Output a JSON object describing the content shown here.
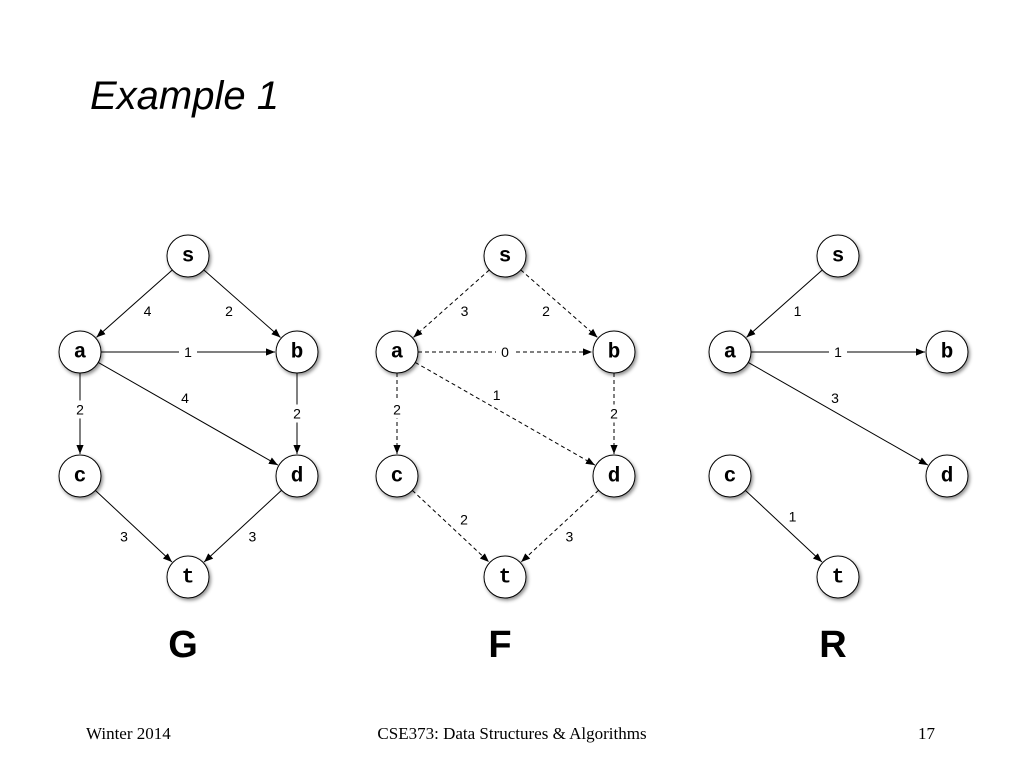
{
  "slide": {
    "title": "Example 1",
    "footer_left": "Winter 2014",
    "footer_center": "CSE373: Data Structures & Algorithms",
    "footer_right": "17"
  },
  "graphs": [
    {
      "id": "g",
      "name": "G",
      "nodes": [
        {
          "id": "s",
          "label": "s"
        },
        {
          "id": "a",
          "label": "a"
        },
        {
          "id": "b",
          "label": "b"
        },
        {
          "id": "c",
          "label": "c"
        },
        {
          "id": "d",
          "label": "d"
        },
        {
          "id": "t",
          "label": "t"
        }
      ],
      "edges": [
        {
          "from": "s",
          "to": "a",
          "label": "4",
          "style": "solid"
        },
        {
          "from": "s",
          "to": "b",
          "label": "2",
          "style": "solid"
        },
        {
          "from": "a",
          "to": "b",
          "label": "1",
          "style": "solid"
        },
        {
          "from": "a",
          "to": "c",
          "label": "2",
          "style": "solid"
        },
        {
          "from": "a",
          "to": "d",
          "label": "4",
          "style": "solid"
        },
        {
          "from": "b",
          "to": "d",
          "label": "2",
          "style": "solid"
        },
        {
          "from": "c",
          "to": "t",
          "label": "3",
          "style": "solid"
        },
        {
          "from": "d",
          "to": "t",
          "label": "3",
          "style": "solid"
        }
      ]
    },
    {
      "id": "f",
      "name": "F",
      "nodes": [
        {
          "id": "s",
          "label": "s"
        },
        {
          "id": "a",
          "label": "a"
        },
        {
          "id": "b",
          "label": "b"
        },
        {
          "id": "c",
          "label": "c"
        },
        {
          "id": "d",
          "label": "d"
        },
        {
          "id": "t",
          "label": "t"
        }
      ],
      "edges": [
        {
          "from": "s",
          "to": "a",
          "label": "3",
          "style": "dashed"
        },
        {
          "from": "s",
          "to": "b",
          "label": "2",
          "style": "dashed"
        },
        {
          "from": "a",
          "to": "b",
          "label": "0",
          "style": "dashed"
        },
        {
          "from": "a",
          "to": "c",
          "label": "2",
          "style": "dashed"
        },
        {
          "from": "a",
          "to": "d",
          "label": "1",
          "style": "dashed"
        },
        {
          "from": "b",
          "to": "d",
          "label": "2",
          "style": "dashed"
        },
        {
          "from": "c",
          "to": "t",
          "label": "2",
          "style": "dashed"
        },
        {
          "from": "d",
          "to": "t",
          "label": "3",
          "style": "dashed"
        }
      ]
    },
    {
      "id": "r",
      "name": "R",
      "nodes": [
        {
          "id": "s",
          "label": "s"
        },
        {
          "id": "a",
          "label": "a"
        },
        {
          "id": "b",
          "label": "b"
        },
        {
          "id": "c",
          "label": "c"
        },
        {
          "id": "d",
          "label": "d"
        },
        {
          "id": "t",
          "label": "t"
        }
      ],
      "edges": [
        {
          "from": "s",
          "to": "a",
          "label": "1",
          "style": "solid"
        },
        {
          "from": "a",
          "to": "b",
          "label": "1",
          "style": "solid"
        },
        {
          "from": "a",
          "to": "d",
          "label": "3",
          "style": "solid"
        },
        {
          "from": "c",
          "to": "t",
          "label": "1",
          "style": "solid"
        }
      ]
    }
  ]
}
